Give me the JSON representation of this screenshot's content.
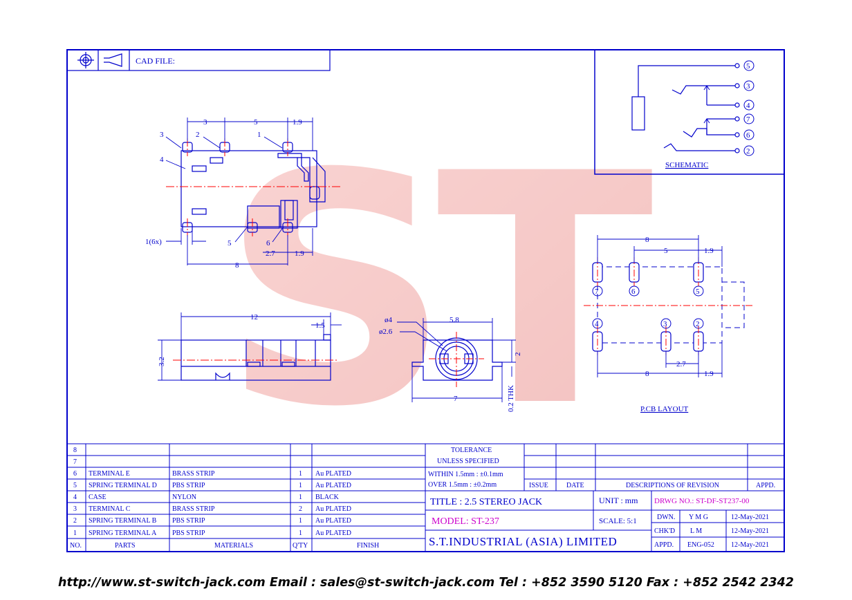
{
  "cad_label": "CAD FILE:",
  "watermark": "ST",
  "schematic": {
    "label": "SCHEMATIC",
    "pins": [
      "5",
      "3",
      "4",
      "7",
      "6",
      "2"
    ]
  },
  "side_view": {
    "pin_labels": [
      "3",
      "2",
      "1",
      "4",
      "5",
      "6"
    ],
    "dims": {
      "d3": "3",
      "d5": "5",
      "d19": "1.9",
      "d1x": "1(6x)",
      "d27": "2.7",
      "d19b": "1.9",
      "d8": "8"
    }
  },
  "front_view": {
    "d12": "12",
    "d15": "1.5",
    "d32": "3.2"
  },
  "end_view": {
    "d4": "ø4",
    "d26": "ø2.6",
    "d58": "5.8",
    "d2": "2",
    "d7": "7",
    "thk": "0.2 THK"
  },
  "pcb": {
    "label": "P.CB LAYOUT",
    "top_pins": [
      "7",
      "6",
      "5"
    ],
    "bottom_pins": [
      "4",
      "3",
      "2"
    ],
    "dims": {
      "d8": "8",
      "d5": "5",
      "d19": "1.9",
      "d27": "2.7",
      "d8b": "8",
      "d19b": "1.9"
    }
  },
  "bom": {
    "rows": [
      {
        "no": "8",
        "part": "",
        "material": "",
        "qty": "",
        "finish": ""
      },
      {
        "no": "7",
        "part": "",
        "material": "",
        "qty": "",
        "finish": ""
      },
      {
        "no": "6",
        "part": "TERMINAL E",
        "material": "BRASS STRIP",
        "qty": "1",
        "finish": "Au PLATED"
      },
      {
        "no": "5",
        "part": "SPRING TERMINAL D",
        "material": "PBS STRIP",
        "qty": "1",
        "finish": "Au PLATED"
      },
      {
        "no": "4",
        "part": "CASE",
        "material": "NYLON",
        "qty": "1",
        "finish": "BLACK"
      },
      {
        "no": "3",
        "part": "TERMINAL C",
        "material": "BRASS STRIP",
        "qty": "2",
        "finish": "Au PLATED"
      },
      {
        "no": "2",
        "part": "SPRING TERMINAL B",
        "material": "PBS STRIP",
        "qty": "1",
        "finish": "Au PLATED"
      },
      {
        "no": "1",
        "part": "SPRING TERMINAL A",
        "material": "PBS STRIP",
        "qty": "1",
        "finish": "Au PLATED"
      }
    ],
    "header": {
      "no": "NO.",
      "part": "PARTS",
      "material": "MATERIALS",
      "qty": "Q'TY",
      "finish": "FINISH"
    }
  },
  "tolerance": {
    "l1": "TOLERANCE",
    "l2": "UNLESS   SPECIFIED",
    "l3": "WITHIN  1.5mm : ±0.1mm",
    "l4": "OVER    1.5mm : ±0.2mm"
  },
  "revision": {
    "issue": "ISSUE",
    "date": "DATE",
    "desc": "DESCRIPTIONS  OF  REVISION",
    "appd": "APPD."
  },
  "title": {
    "title": "TITLE : 2.5 STEREO JACK",
    "unit": "UNIT :   mm",
    "drwg": "DRWG NO.: ST-DF-ST237-00",
    "model": "MODEL: ST-237",
    "scale": "SCALE:  5:1",
    "company": "S.T.INDUSTRIAL  (ASIA)  LIMITED",
    "dwn_l": "DWN.",
    "dwn_v": "Y M G",
    "dwn_d": "12-May-2021",
    "chk_l": "CHK'D",
    "chk_v": "L M",
    "chk_d": "12-May-2021",
    "app_l": "APPD.",
    "app_v": "ENG-052",
    "app_d": "12-May-2021"
  },
  "footer": "http://www.st-switch-jack.com  Email : sales@st-switch-jack.com  Tel : +852 3590 5120  Fax : +852 2542 2342",
  "colors": {
    "line": "#0000cc",
    "center": "#ff0000",
    "model": "#cc00cc",
    "watermark": "#f08080"
  }
}
